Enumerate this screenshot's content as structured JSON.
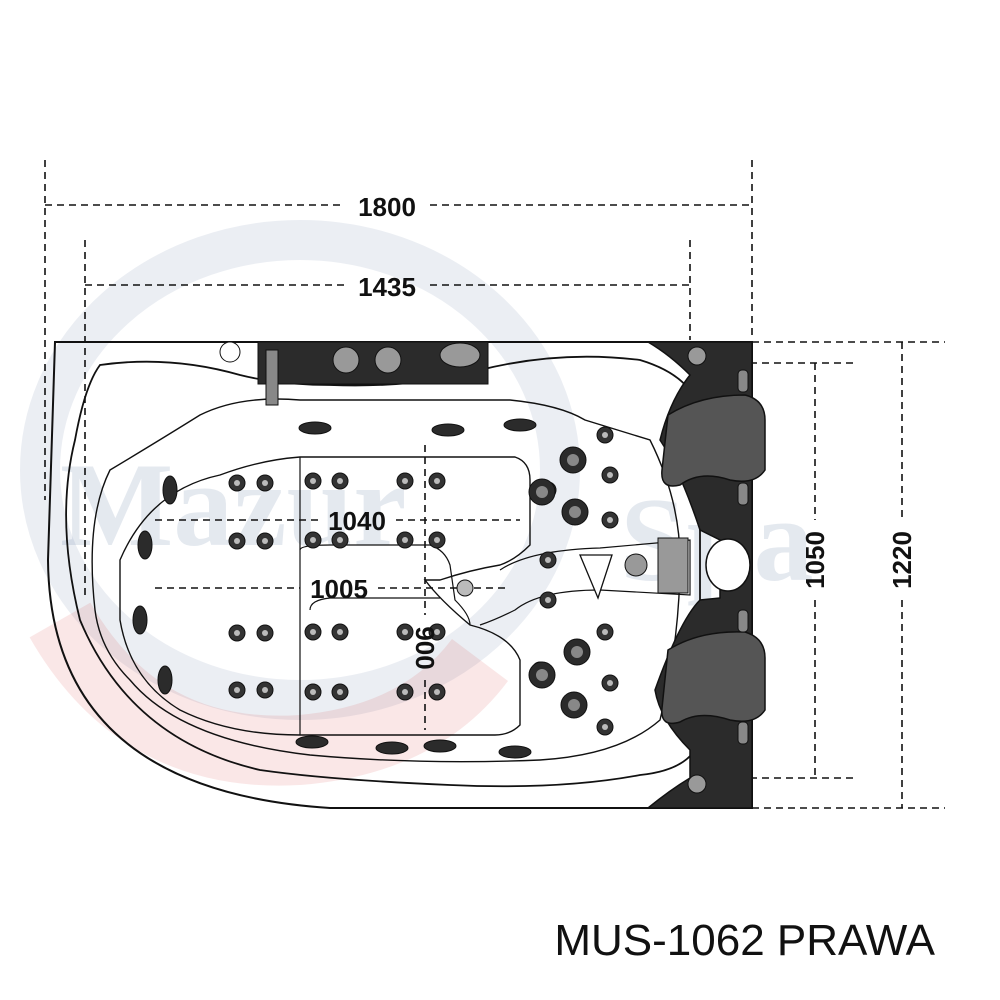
{
  "watermark": {
    "brand_left": "Mazur",
    "brand_right": "Spa",
    "colors": {
      "blue": "#3a5a8c",
      "red": "#d23a3a"
    }
  },
  "dimensions": {
    "overall_length": "1800",
    "inner_length": "1435",
    "overall_width": "1220",
    "inner_width": "1050",
    "seat_length": "1040",
    "basin_length": "1005",
    "basin_width": "900"
  },
  "model_label": "MUS-1062 PRAWA",
  "features": {
    "jets": "massage-jets",
    "pillows": [
      "headrest-pillow",
      "headrest-pillow"
    ],
    "controls": [
      "mixer-tap",
      "control-knob",
      "control-knob",
      "shower-head"
    ]
  },
  "colors": {
    "line": "#111111",
    "panel": "#2b2b2b",
    "pillow": "#555555"
  }
}
